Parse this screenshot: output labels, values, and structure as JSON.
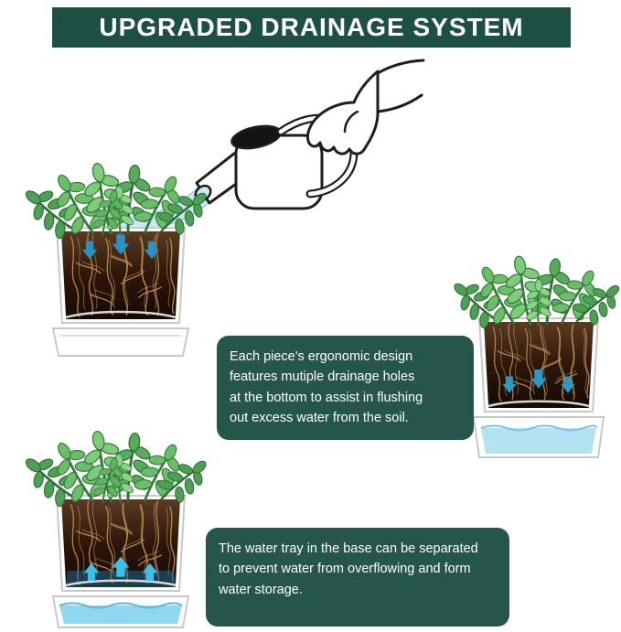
{
  "header": {
    "title": "UPGRADED DRAINAGE SYSTEM"
  },
  "callouts": {
    "drainage": "Each piece's ergonomic design\nfeatures mutiple drainage holes\nat the bottom to assist in flushing\nout excess water from the soil.",
    "water_tray": "The water tray in the base can be separated\nto prevent water from overflowing and form\nwater storage."
  },
  "illustrations": {
    "watering_can": "hand-pouring-watering-can",
    "planter_top_left": "planter-cross-section-water-soaking-down",
    "planter_right": "planter-cross-section-draining-into-tray",
    "planter_bottom_left": "planter-cross-section-water-stored-in-tray"
  },
  "colors": {
    "banner_green": "#1d4f44",
    "callout_green": "#26564b",
    "leaf_green": "#63b465",
    "soil_brown": "#2e1609",
    "root_tan": "#bb8a50",
    "water_blue": "#c9e8f6",
    "arrow_blue": "#2f8fc2",
    "arrow_teal": "#2f96c8",
    "arrow_cyan": "#3cc0e8"
  }
}
